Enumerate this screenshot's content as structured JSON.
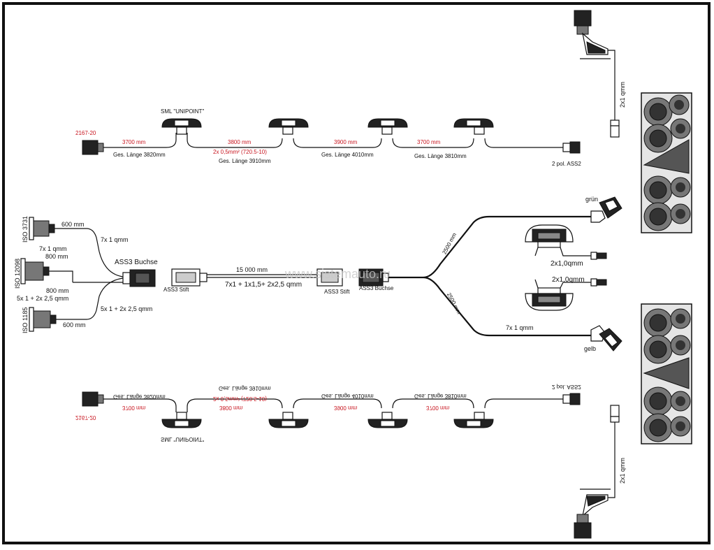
{
  "top_branch": {
    "part_no": "2167-20",
    "lamp_name": "SML \"UNIPOINT\"",
    "seg1_len": "3700 mm",
    "seg1_total": "Ges. Länge 3820mm",
    "seg2_len": "3800 mm",
    "seg2_spec": "2x 0,5mm²  (720.5-10)",
    "seg2_total": "Ges. Länge 3910mm",
    "seg3_len": "3900 mm",
    "seg3_total": "Ges. Länge 4010mm",
    "seg4_len": "3700 mm",
    "seg4_total": "Ges. Länge 3810mm",
    "end_connector": "2 pol. ASS2"
  },
  "bottom_branch": {
    "part_no": "2167-20",
    "lamp_name": "SML \"UNIPOINT\"",
    "seg1_len": "3700 mm",
    "seg1_total": "Ges. Länge 3820mm",
    "seg2_len": "3800 mm",
    "seg2_spec": "2x 0,5mm²  (720.5-10)",
    "seg2_total": "Ges. Länge 3910mm",
    "seg3_len": "3900 mm",
    "seg3_total": "Ges. Länge 4010mm",
    "seg4_len": "3700 mm",
    "seg4_total": "Ges. Länge 3810mm",
    "end_connector": "2 pol. ASS2"
  },
  "left_sockets": {
    "iso1": "ISO 3731",
    "iso2": "ISO 12098",
    "iso3": "ISO 1185",
    "len_top": "600 mm",
    "cable_top": "7x 1 qmm",
    "cable_a": "7x 1 qmm",
    "len_a": "800 mm",
    "len_b": "800 mm",
    "cable_b": "5x 1 + 2x 2,5 qmm",
    "len_bottom": "600 mm",
    "cable_bottom": "5x 1 + 2x 2,5 qmm",
    "ass3_buchse": "ASS3 Buchse"
  },
  "main_cable": {
    "stift_left": "ASS3 Stift",
    "length": "15 000 mm",
    "spec": "7x1  + 1x1,5+ 2x2,5 qmm",
    "stift_right": "ASS3 Stift",
    "buchse_right": "ASS3 Buchse"
  },
  "watermark": "www.sistemauto.ru",
  "right_side": {
    "upper_len": "2500 mm",
    "lower_len": "2500 mm",
    "green_label": "grün",
    "yellow_label": "gelb",
    "cable_gelb": "7x 1 qmm",
    "plate_upper_cable": "2x1,0qmm",
    "plate_lower_cable": "2x1,0qmm",
    "marker_top_cable": "2x1 qmm",
    "marker_bottom_cable": "2x1 qmm"
  }
}
